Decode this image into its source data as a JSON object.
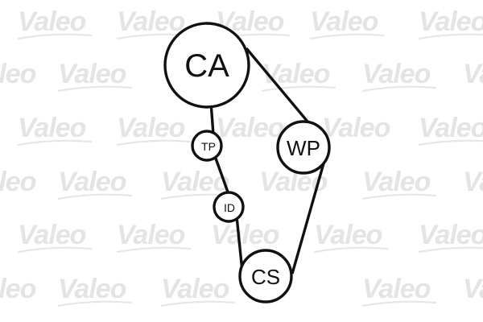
{
  "watermark": {
    "text": "Valeo",
    "color": "#e4e4e4"
  },
  "diagram": {
    "belt_color": "#111111",
    "pulleys": {
      "ca": {
        "label": "CA"
      },
      "wp": {
        "label": "WP"
      },
      "tp": {
        "label": "TP"
      },
      "id": {
        "label": "ID"
      },
      "cs": {
        "label": "CS"
      }
    }
  }
}
